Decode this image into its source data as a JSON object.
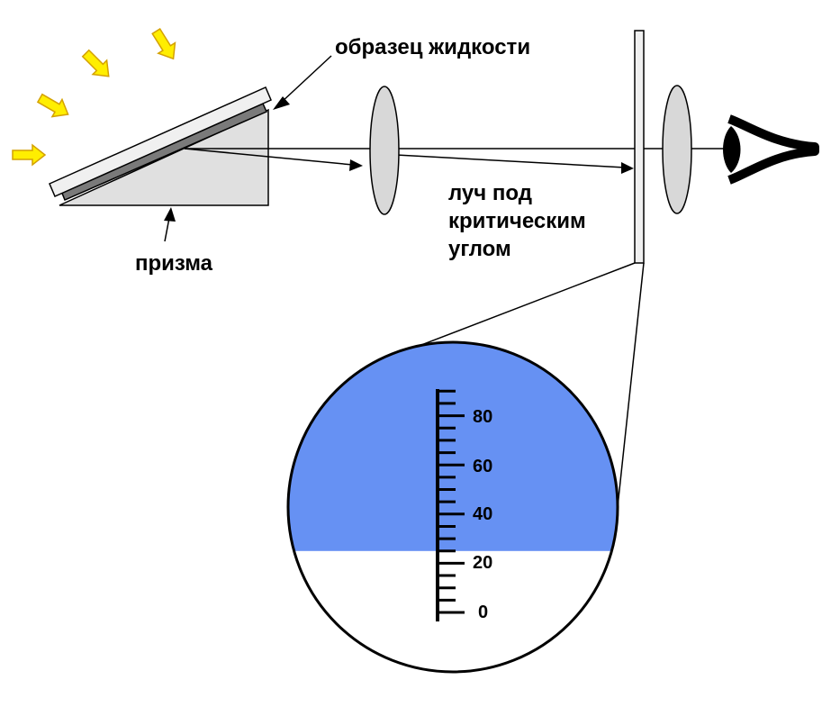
{
  "labels": {
    "sample": "образец жидкости",
    "prism": "призма",
    "ray_line1": "луч под",
    "ray_line2": "критическим",
    "ray_line3": "углом"
  },
  "scale": {
    "numbers": [
      "80",
      "60",
      "40",
      "20",
      "0"
    ],
    "reading": 25,
    "min": 0,
    "max": 90
  },
  "colors": {
    "field_blue": "#6691f3",
    "prism_fill": "#e0e0e0",
    "slide_fill": "#f0f0f0",
    "film_fill": "#7a7a7a",
    "lens_fill": "#d8d8d8",
    "arrow_fill": "#ffee00",
    "arrow_stroke": "#d4a100",
    "line": "#000000"
  },
  "icons": [
    "light-arrow-icon",
    "eye-icon"
  ]
}
